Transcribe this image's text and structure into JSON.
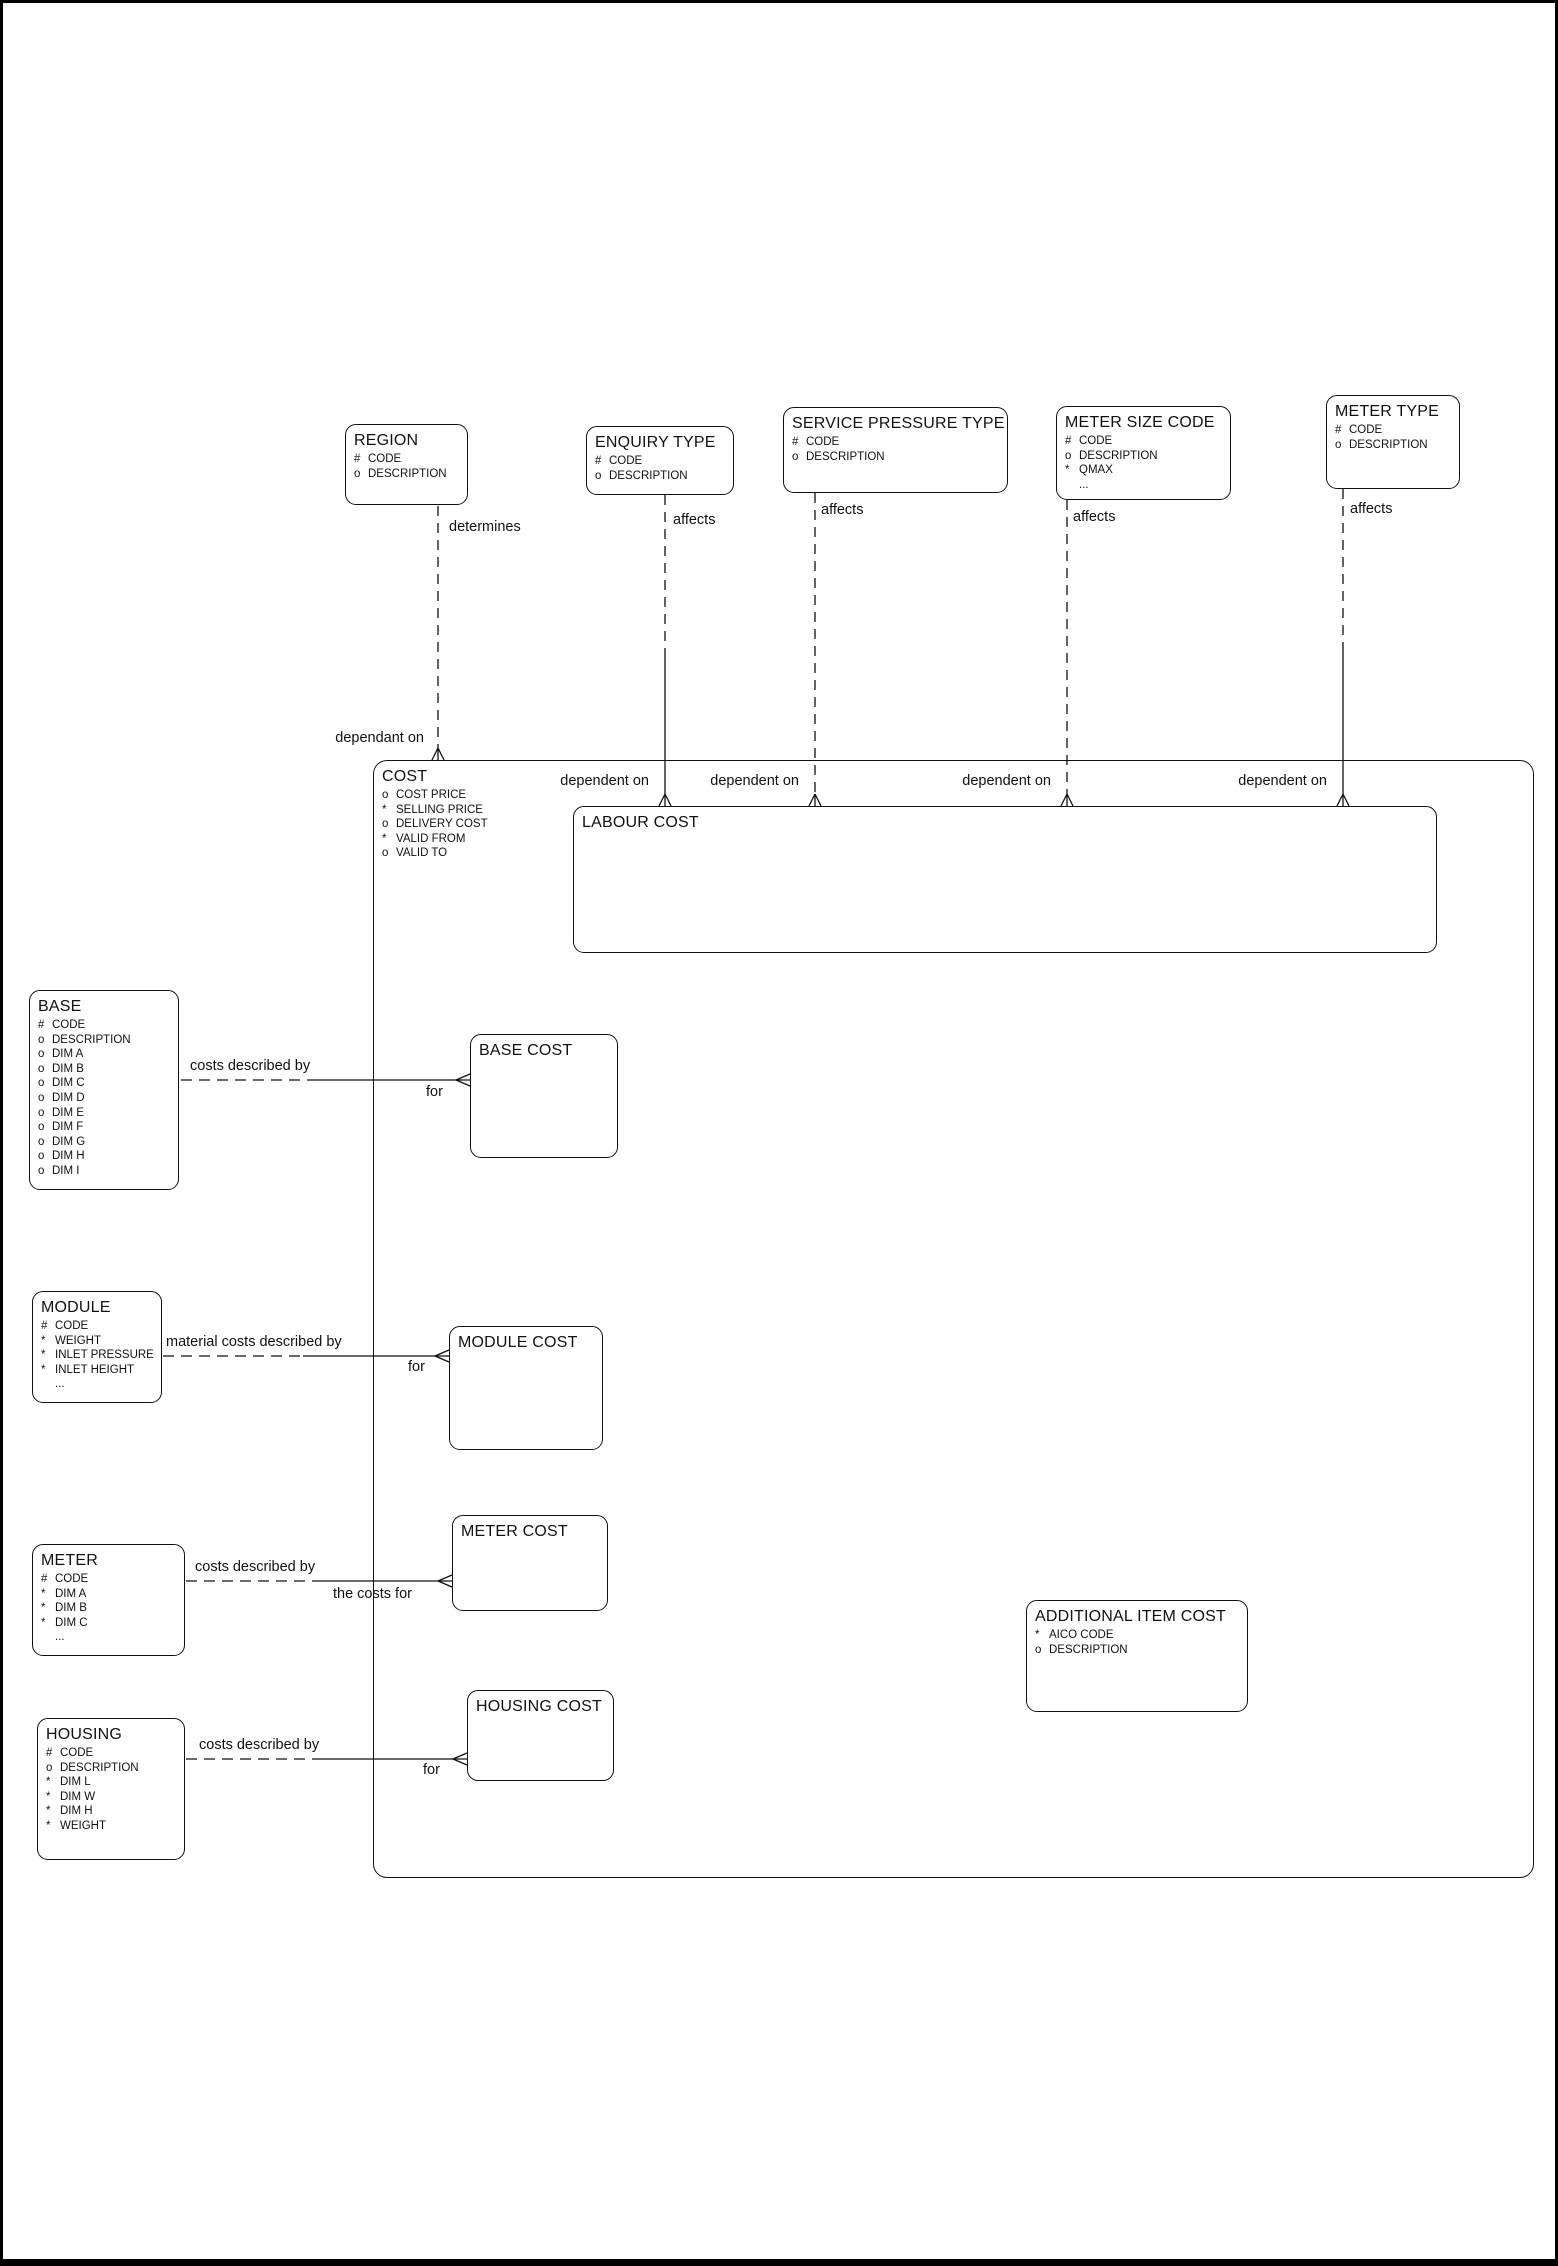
{
  "diagram": {
    "kind": "entity-relationship-diagram",
    "colors": {
      "background": "#ffffff",
      "line": "#111111",
      "text": "#111111",
      "page_border": "#000000"
    }
  },
  "entities": {
    "region": {
      "title": "REGION",
      "attributes": [
        {
          "marker": "#",
          "name": "CODE"
        },
        {
          "marker": "o",
          "name": "DESCRIPTION"
        }
      ]
    },
    "enquiry_type": {
      "title": "ENQUIRY TYPE",
      "attributes": [
        {
          "marker": "#",
          "name": "CODE"
        },
        {
          "marker": "o",
          "name": "DESCRIPTION"
        }
      ]
    },
    "service_pressure_type": {
      "title": "SERVICE PRESSURE TYPE",
      "attributes": [
        {
          "marker": "#",
          "name": "CODE"
        },
        {
          "marker": "o",
          "name": "DESCRIPTION"
        }
      ]
    },
    "meter_size_code": {
      "title": "METER SIZE CODE",
      "attributes": [
        {
          "marker": "#",
          "name": "CODE"
        },
        {
          "marker": "o",
          "name": "DESCRIPTION"
        },
        {
          "marker": "*",
          "name": "QMAX"
        },
        {
          "marker": "",
          "name": "..."
        }
      ]
    },
    "meter_type": {
      "title": "METER TYPE",
      "attributes": [
        {
          "marker": "#",
          "name": "CODE"
        },
        {
          "marker": "o",
          "name": "DESCRIPTION"
        }
      ]
    },
    "cost": {
      "title": "COST",
      "attributes": [
        {
          "marker": "o",
          "name": "COST PRICE"
        },
        {
          "marker": "*",
          "name": "SELLING PRICE"
        },
        {
          "marker": "o",
          "name": "DELIVERY COST"
        },
        {
          "marker": "*",
          "name": "VALID FROM"
        },
        {
          "marker": "o",
          "name": "VALID TO"
        }
      ]
    },
    "labour_cost": {
      "title": "LABOUR COST",
      "attributes": []
    },
    "base": {
      "title": "BASE",
      "attributes": [
        {
          "marker": "#",
          "name": "CODE"
        },
        {
          "marker": "o",
          "name": "DESCRIPTION"
        },
        {
          "marker": "o",
          "name": "DIM A"
        },
        {
          "marker": "o",
          "name": "DIM B"
        },
        {
          "marker": "o",
          "name": "DIM C"
        },
        {
          "marker": "o",
          "name": "DIM D"
        },
        {
          "marker": "o",
          "name": "DIM E"
        },
        {
          "marker": "o",
          "name": "DIM F"
        },
        {
          "marker": "o",
          "name": "DIM G"
        },
        {
          "marker": "o",
          "name": "DIM H"
        },
        {
          "marker": "o",
          "name": "DIM I"
        }
      ]
    },
    "base_cost": {
      "title": "BASE COST",
      "attributes": []
    },
    "module": {
      "title": "MODULE",
      "attributes": [
        {
          "marker": "#",
          "name": "CODE"
        },
        {
          "marker": "*",
          "name": "WEIGHT"
        },
        {
          "marker": "*",
          "name": "INLET PRESSURE"
        },
        {
          "marker": "*",
          "name": "INLET HEIGHT"
        },
        {
          "marker": "",
          "name": "..."
        }
      ]
    },
    "module_cost": {
      "title": "MODULE COST",
      "attributes": []
    },
    "meter": {
      "title": "METER",
      "attributes": [
        {
          "marker": "#",
          "name": "CODE"
        },
        {
          "marker": "*",
          "name": "DIM A"
        },
        {
          "marker": "*",
          "name": "DIM B"
        },
        {
          "marker": "*",
          "name": "DIM C"
        },
        {
          "marker": "",
          "name": "..."
        }
      ]
    },
    "meter_cost": {
      "title": "METER COST",
      "attributes": []
    },
    "housing": {
      "title": "HOUSING",
      "attributes": [
        {
          "marker": "#",
          "name": "CODE"
        },
        {
          "marker": "o",
          "name": "DESCRIPTION"
        },
        {
          "marker": "*",
          "name": "DIM L"
        },
        {
          "marker": "*",
          "name": "DIM W"
        },
        {
          "marker": "*",
          "name": "DIM H"
        },
        {
          "marker": "*",
          "name": "WEIGHT"
        }
      ]
    },
    "housing_cost": {
      "title": "HOUSING COST",
      "attributes": []
    },
    "additional_item_cost": {
      "title": "ADDITIONAL ITEM COST",
      "attributes": [
        {
          "marker": "*",
          "name": "AICO CODE"
        },
        {
          "marker": "o",
          "name": "DESCRIPTION"
        }
      ]
    }
  },
  "relationships": [
    {
      "from": "REGION",
      "to": "COST",
      "label_near": "determines",
      "label_far": "dependant on"
    },
    {
      "from": "ENQUIRY TYPE",
      "to": "LABOUR COST",
      "label_near": "affects",
      "label_far": "dependent on"
    },
    {
      "from": "SERVICE PRESSURE TYPE",
      "to": "LABOUR COST",
      "label_near": "affects",
      "label_far": "dependent on"
    },
    {
      "from": "METER SIZE CODE",
      "to": "LABOUR COST",
      "label_near": "affects",
      "label_far": "dependent on"
    },
    {
      "from": "METER TYPE",
      "to": "LABOUR COST",
      "label_near": "affects",
      "label_far": "dependent on"
    },
    {
      "from": "BASE",
      "to": "BASE COST",
      "label_near": "costs described by",
      "label_far": "for"
    },
    {
      "from": "MODULE",
      "to": "MODULE COST",
      "label_near": "material costs described by",
      "label_far": "for"
    },
    {
      "from": "METER",
      "to": "METER COST",
      "label_near": "costs described by",
      "label_far": "the costs for"
    },
    {
      "from": "HOUSING",
      "to": "HOUSING COST",
      "label_near": "costs described by",
      "label_far": "for"
    }
  ]
}
